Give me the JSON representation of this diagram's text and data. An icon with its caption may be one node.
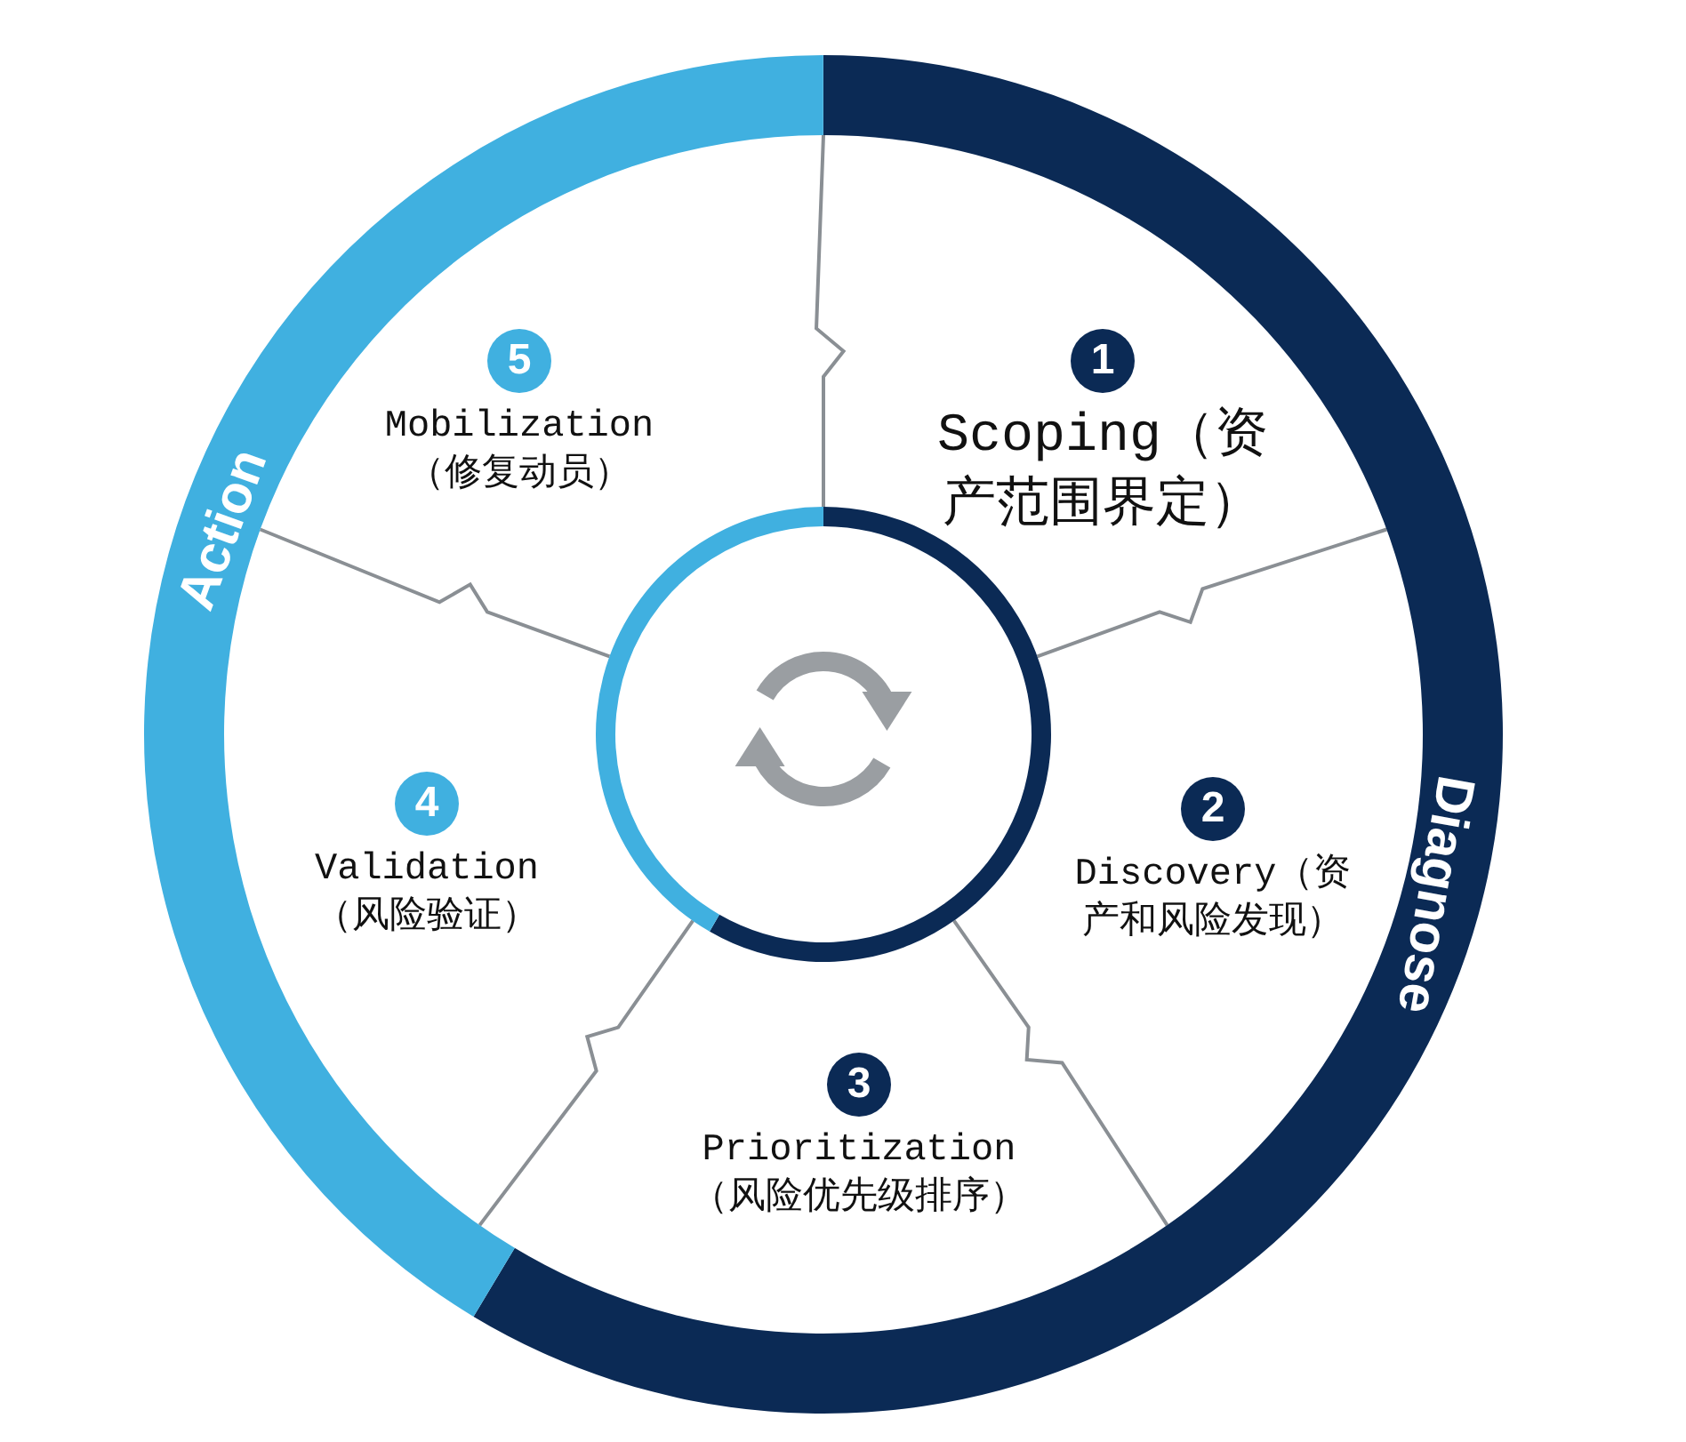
{
  "diagram": {
    "nodes": [
      {
        "text": [
          "Diagnose"
        ]
      },
      {
        "text": [
          "Action"
        ]
      },
      {
        "text": [
          "1",
          "Scoping（资产范围界定）"
        ]
      },
      {
        "text": [
          "2",
          "Discovery（资产和风险发现）"
        ]
      },
      {
        "text": [
          "3",
          "Prioritization （风险优先级排序）"
        ]
      },
      {
        "text": [
          "4",
          "Validation （风险验证）"
        ]
      },
      {
        "text": [
          "5",
          "Mobilization （修复动员）"
        ]
      }
    ],
    "edges": []
  }
}
